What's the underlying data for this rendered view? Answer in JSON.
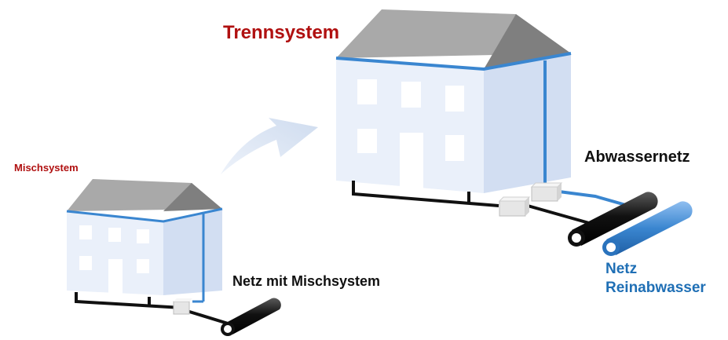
{
  "labels": {
    "mischsystem": "Mischsystem",
    "trennsystem": "Trennsystem",
    "netz_mischsystem": "Netz mit Mischsystem",
    "abwassernetz": "Abwassernetz",
    "netz_reinabwasser_line1": "Netz",
    "netz_reinabwasser_line2": "Reinabwasser"
  },
  "colors": {
    "title_red": "#b01010",
    "clean_water_blue": "#1f6fb5",
    "wastewater_black": "#111111",
    "wall_front": "#eaf0fa",
    "wall_side": "#d2def2",
    "roof_light": "#a9a9a9",
    "roof_dark": "#7f7f7f",
    "arrow": "#d6e2f2"
  },
  "icons": {
    "transition": "arrow-icon",
    "house": "house-icon",
    "pipe": "pipe-icon"
  }
}
